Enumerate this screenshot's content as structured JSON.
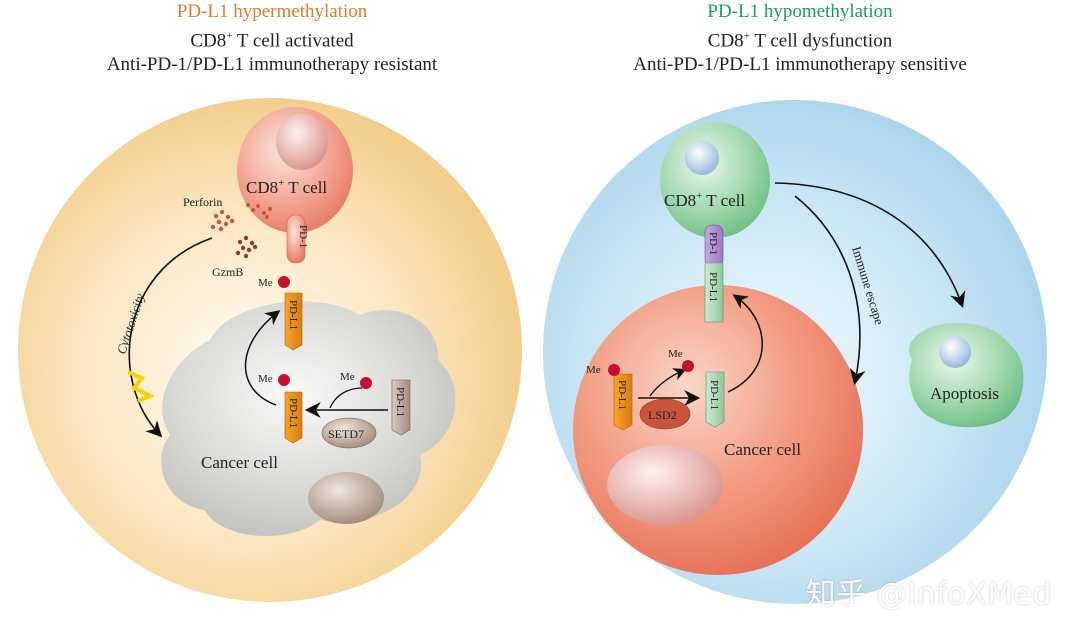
{
  "left": {
    "title": "PD-L1 hypermethylation",
    "line1_main": "CD8",
    "line1_sup": "+",
    "line1_rest": " T cell activated",
    "line2": "Anti-PD-1/PD-L1 immunotherapy resistant",
    "tcell_main": "CD8",
    "tcell_sup": "+",
    "tcell_rest": " T cell",
    "perforin": "Perforin",
    "gzmb": "GzmB",
    "pd1": "PD-1",
    "cytotoxicity": "Cytotoxicity",
    "me": "Me",
    "pdl1": "PD-L1",
    "setd7": "SETD7",
    "cancer_cell": "Cancer cell",
    "background": "#f5d79a"
  },
  "right": {
    "title": "PD-L1 hypomethylation",
    "line1_main": "CD8",
    "line1_sup": "+",
    "line1_rest": " T cell dysfunction",
    "line2": "Anti-PD-1/PD-L1 immunotherapy sensitive",
    "tcell_main": "CD8",
    "tcell_sup": "+",
    "tcell_rest": " T cell",
    "pd1": "PD-1",
    "pdl1": "PD-L1",
    "me": "Me",
    "lsd2": "LSD2",
    "immune_escape": "Immune escape",
    "cancer_cell": "Cancer cell",
    "apoptosis": "Apoptosis",
    "background": "#b7dbef"
  },
  "watermark": "知乎 @InfoXMed"
}
